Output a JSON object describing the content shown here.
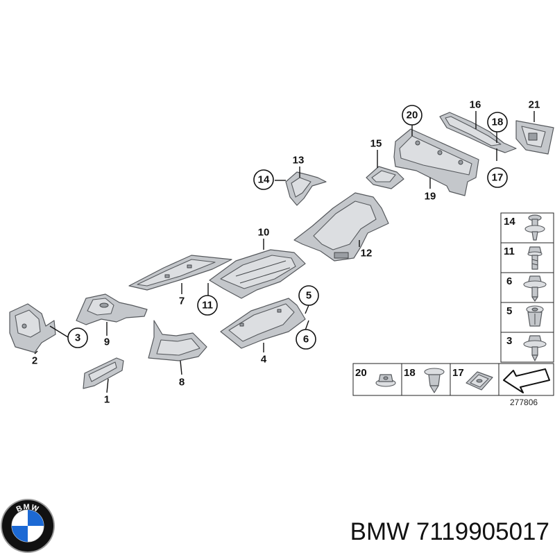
{
  "callouts": {
    "c1": "1",
    "c2": "2",
    "c3": "3",
    "c4": "4",
    "c5": "5",
    "c6": "6",
    "c7": "7",
    "c8": "8",
    "c9": "9",
    "c10": "10",
    "c11": "11",
    "c12": "12",
    "c13": "13",
    "c14": "14",
    "c15": "15",
    "c16": "16",
    "c17": "17",
    "c18": "18",
    "c19": "19",
    "c20": "20",
    "c21": "21"
  },
  "legend": {
    "right_column": [
      "14",
      "11",
      "6",
      "5",
      "3"
    ],
    "bottom_row": [
      "20",
      "18",
      "17"
    ]
  },
  "reference_number": "277806",
  "logo": {
    "text": "BMW"
  },
  "caption": "BMW 7119905017",
  "colors": {
    "part_fill": "#c4c7cb",
    "outline": "#55585c",
    "logo_blue": "#1c69d4",
    "logo_ring": "#111111"
  }
}
